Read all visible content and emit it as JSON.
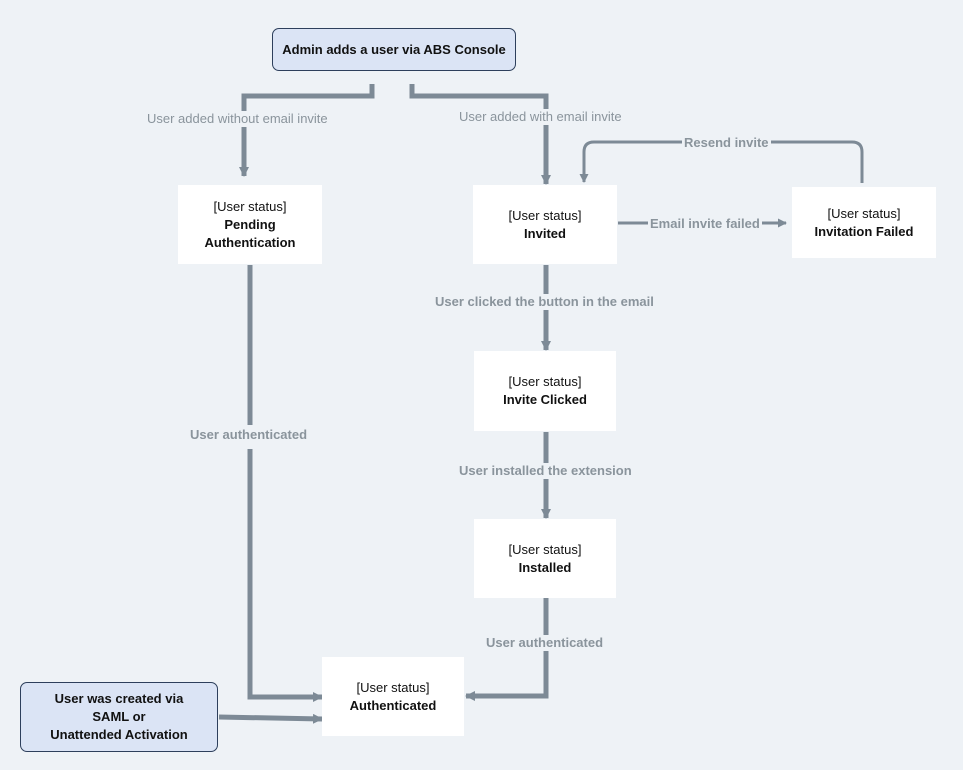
{
  "nodes": {
    "admin_adds": "Admin adds a user via ABS Console",
    "pending": {
      "prefix": "[User status]",
      "line1": "Pending",
      "line2": "Authentication"
    },
    "invited": {
      "prefix": "[User status]",
      "name": "Invited"
    },
    "invitation_failed": {
      "prefix": "[User status]",
      "name": "Invitation Failed"
    },
    "invite_clicked": {
      "prefix": "[User status]",
      "name": "Invite Clicked"
    },
    "installed": {
      "prefix": "[User status]",
      "name": "Installed"
    },
    "authenticated": {
      "prefix": "[User status]",
      "name": "Authenticated"
    },
    "saml": {
      "line1": "User was created via",
      "line2": "SAML or",
      "line3": "Unattended Activation"
    }
  },
  "edges": {
    "without_invite": "User added without email invite",
    "with_invite": "User added with email invite",
    "resend": "Resend invite",
    "email_failed": "Email invite failed",
    "clicked_button": "User clicked the button in the email",
    "installed_ext": "User installed the extension",
    "auth_left": "User authenticated",
    "auth_right": "User authenticated"
  },
  "colors": {
    "background": "#eef2f6",
    "connector": "#7d8a96",
    "label": "#8a949c",
    "accent_box": "#dbe4f5",
    "accent_border": "#2d3f5c"
  }
}
